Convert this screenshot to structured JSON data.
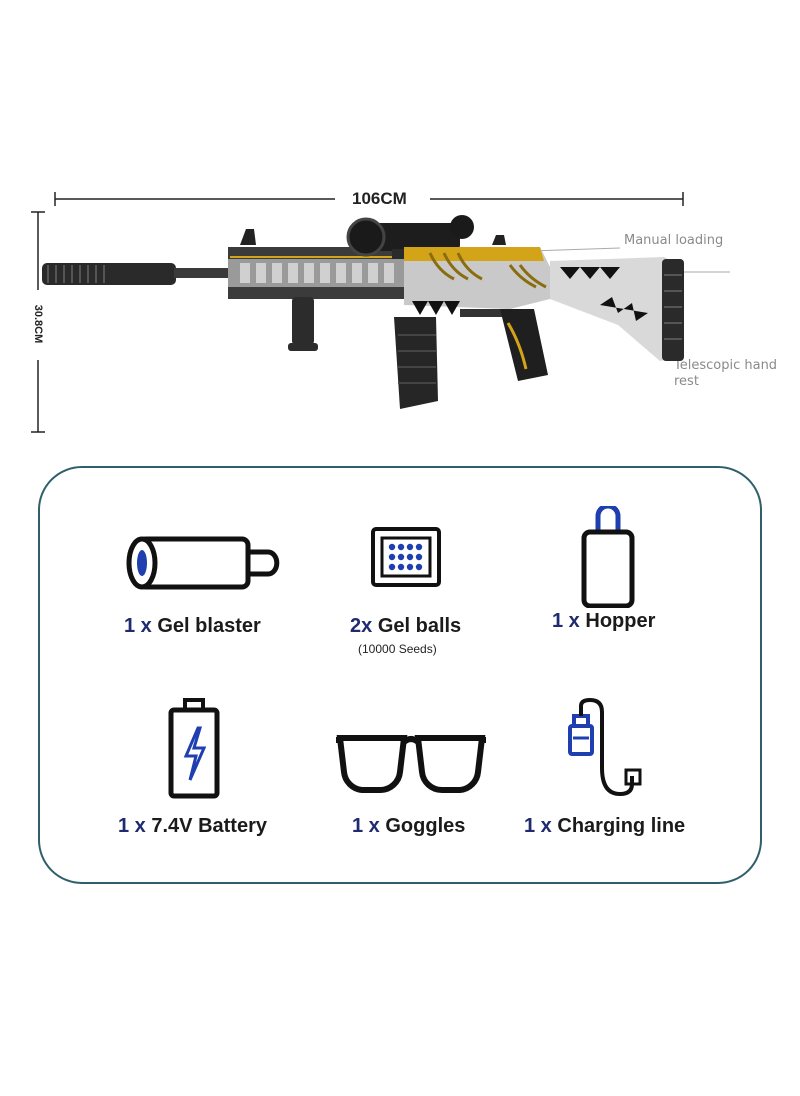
{
  "dimensions": {
    "length_label": "106CM",
    "height_label": "30.8CM"
  },
  "callouts": {
    "manual_loading": "Manual loading",
    "telescopic_line1": "Telescopic hand",
    "telescopic_line2": "rest"
  },
  "package_contents": [
    {
      "qty": "1 x",
      "name": "Gel blaster",
      "icon": "gel-blaster-icon"
    },
    {
      "qty": "2x",
      "name": "Gel balls",
      "note": "(10000 Seeds)",
      "icon": "gel-balls-icon"
    },
    {
      "qty": "1 x",
      "name": "Hopper",
      "icon": "hopper-icon"
    },
    {
      "qty": "1 x",
      "name": "7.4V Battery",
      "icon": "battery-icon"
    },
    {
      "qty": "1 x",
      "name": "Goggles",
      "icon": "goggles-icon"
    },
    {
      "qty": "1 x",
      "name": "Charging line",
      "icon": "charging-line-icon"
    }
  ],
  "colors": {
    "box_border": "#2f5f6a",
    "qty_text": "#1f2b6e",
    "icon_accent": "#1f3fb0",
    "gun_accent": "#d4a418"
  }
}
